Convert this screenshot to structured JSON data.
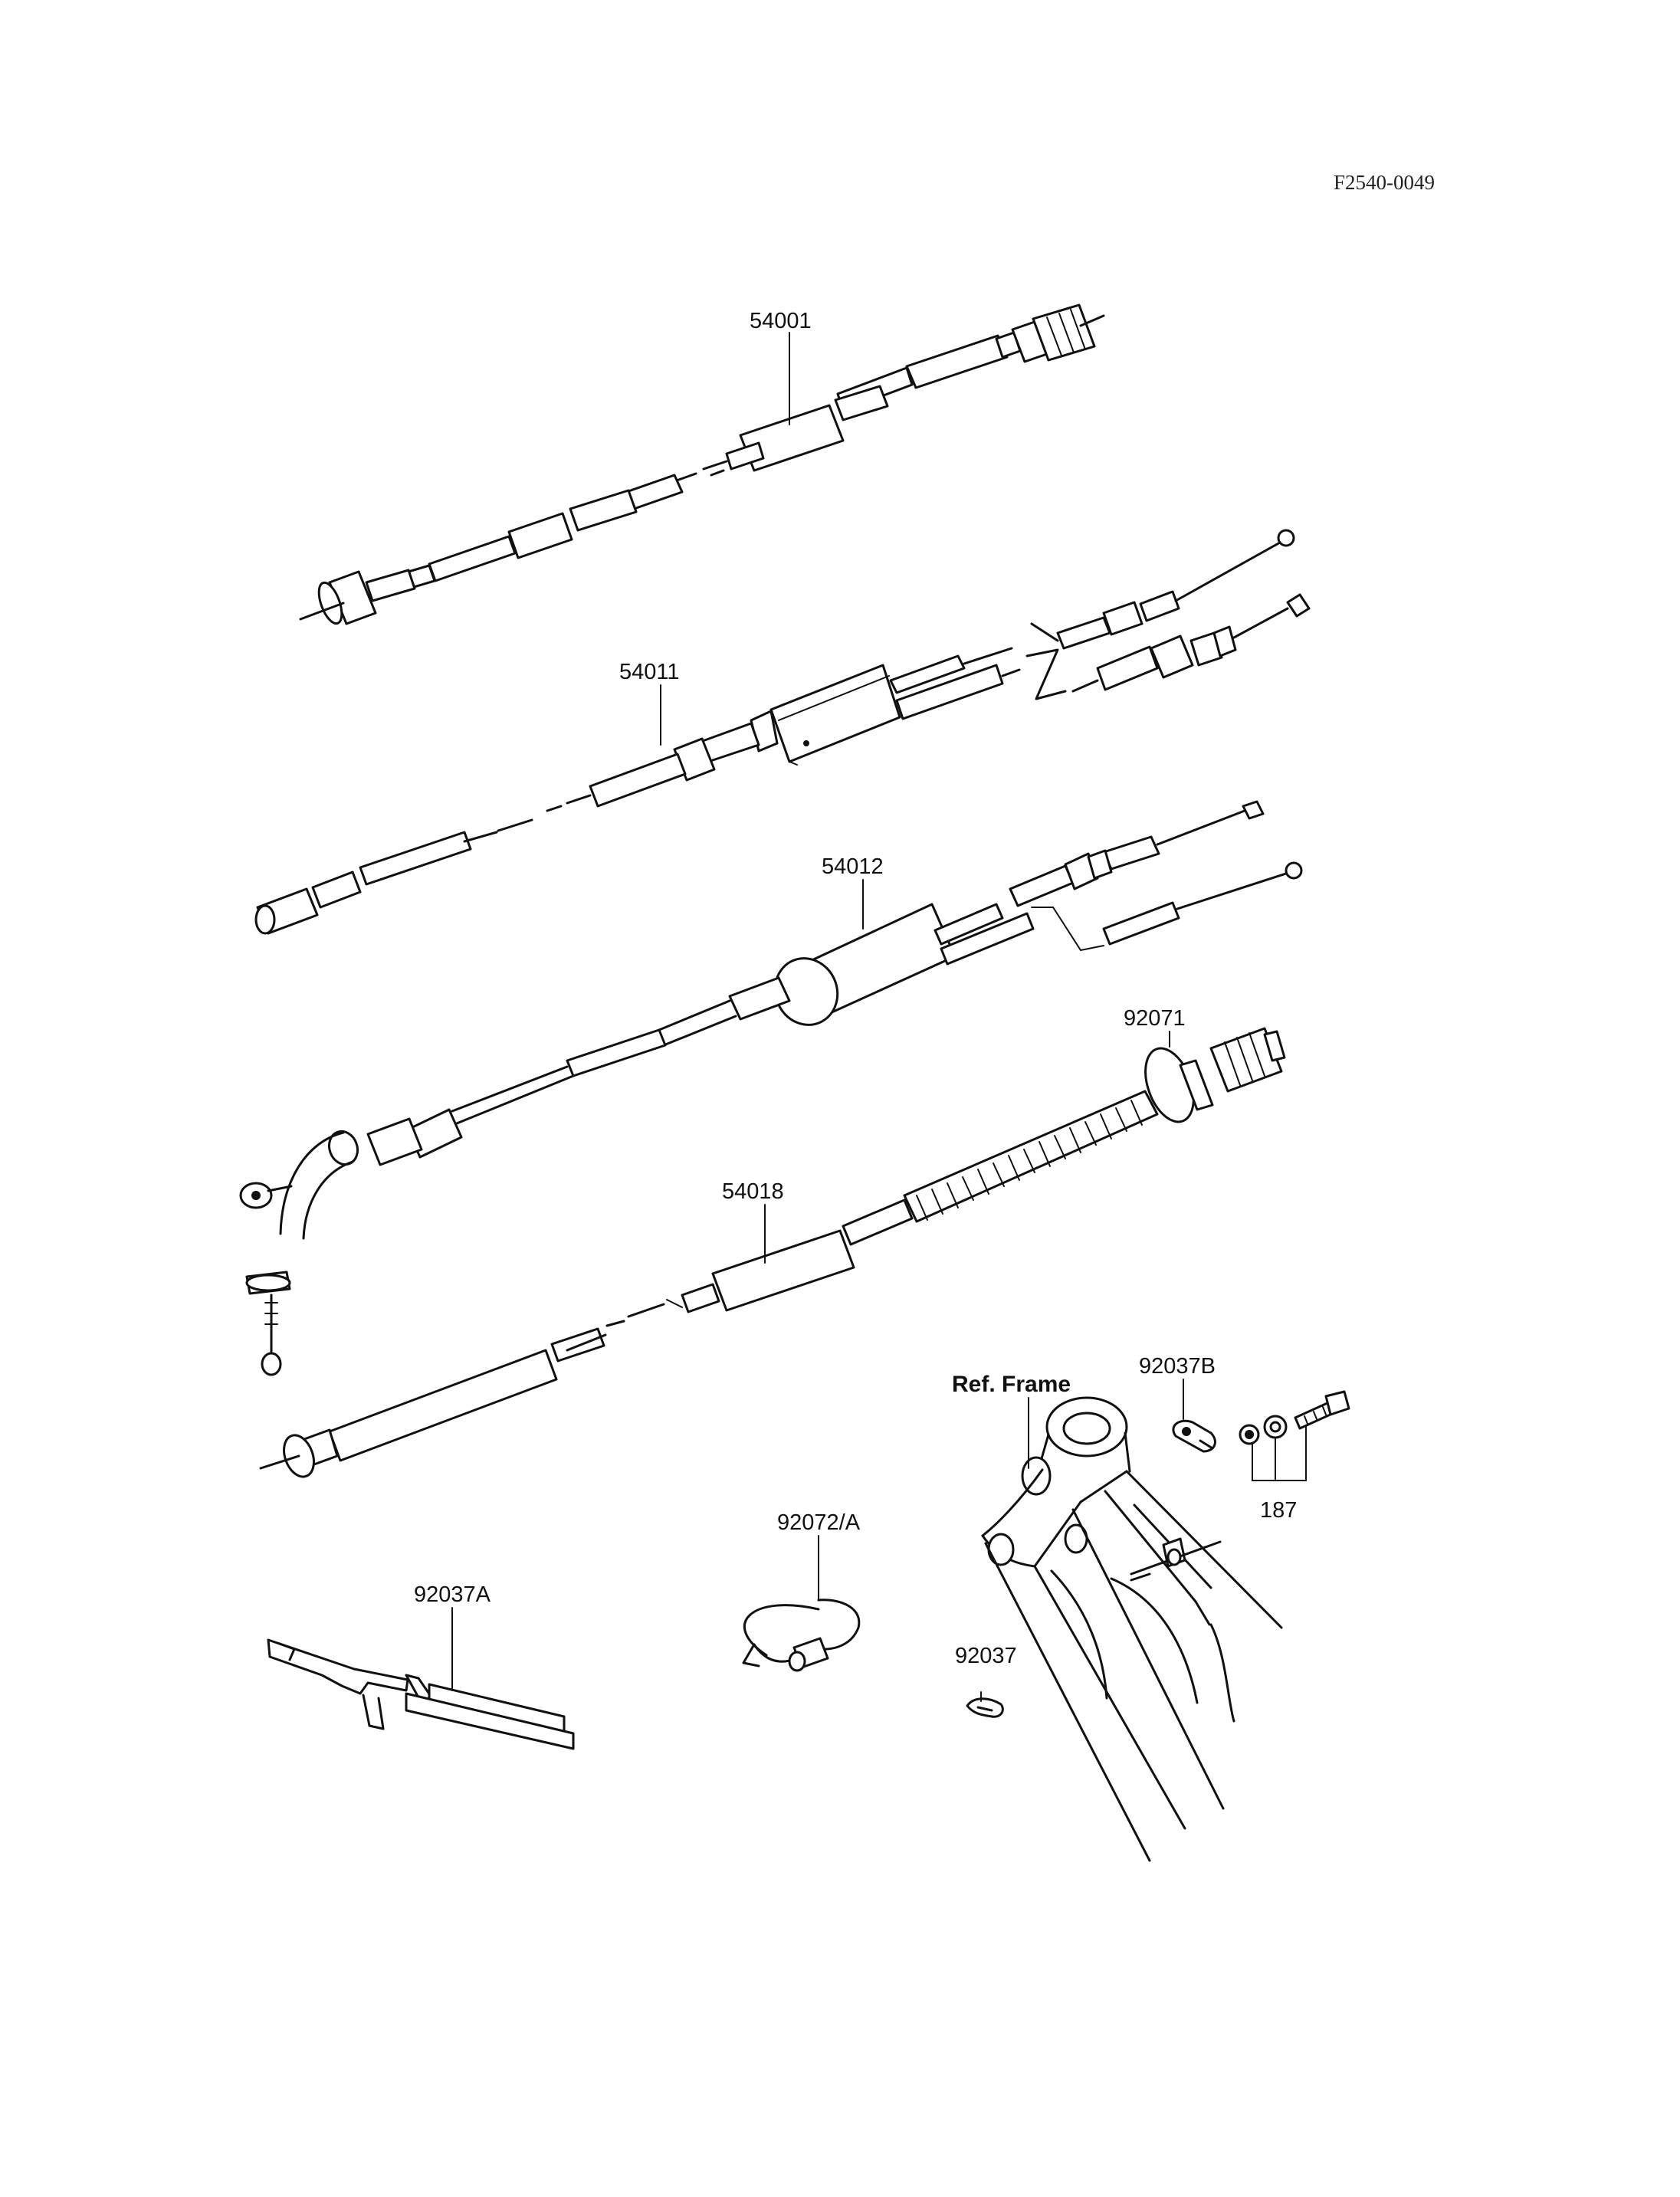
{
  "figure_id": "F2540-0049",
  "part_labels": {
    "p54001": "54001",
    "p54011": "54011",
    "p54012": "54012",
    "p92071": "92071",
    "p54018": "54018",
    "p92037B": "92037B",
    "p187": "187",
    "p92072A": "92072/A",
    "p92037A": "92037A",
    "p92037": "92037",
    "ref_frame": "Ref. Frame"
  }
}
